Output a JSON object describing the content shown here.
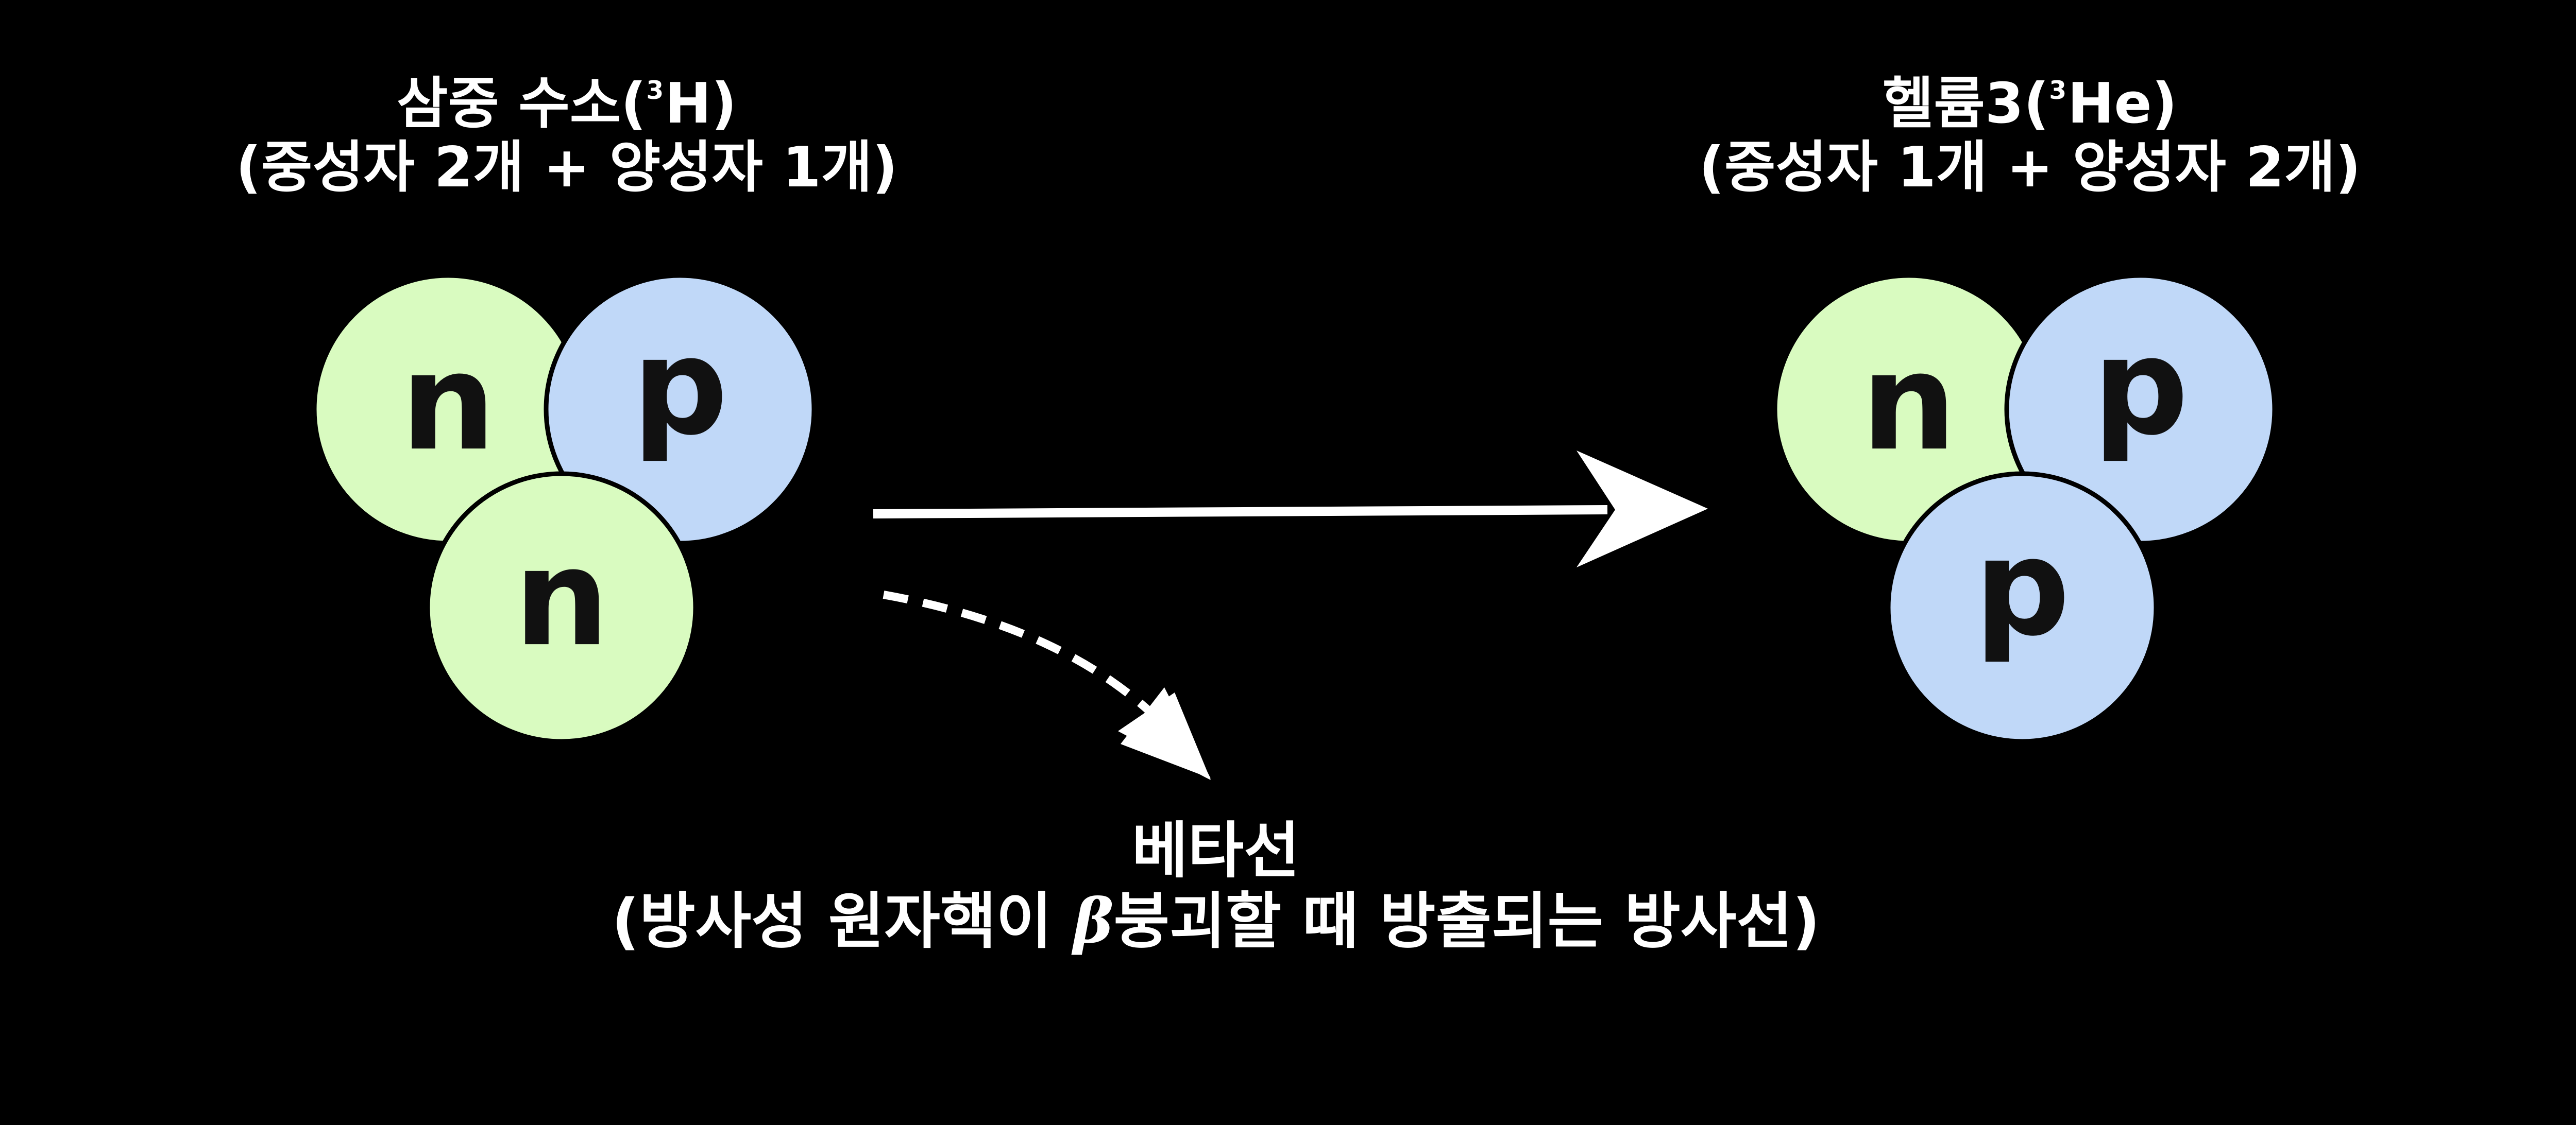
{
  "reactant": {
    "name": "삼중 수소(",
    "symbol_mass": "3",
    "symbol_rest": "H)",
    "composition": "(중성자 2개 + 양성자 1개)",
    "particles": [
      "n",
      "p",
      "n"
    ]
  },
  "product": {
    "name": "헬륨3(",
    "symbol_mass": "3",
    "symbol_rest": "He)",
    "composition": "(중성자 1개 + 양성자 2개)",
    "particles": [
      "n",
      "p",
      "p"
    ]
  },
  "emission": {
    "name": "베타선",
    "desc_before": "(방사성 원자핵이 ",
    "desc_beta": "β",
    "desc_after": "붕괴할 때 방출되는 방사선)"
  },
  "colors": {
    "background": "#000000",
    "neutron": "#d9fbc0",
    "proton": "#c0d8f8",
    "outline": "#000000",
    "text": "#ffffff",
    "arrow": "#ffffff"
  }
}
